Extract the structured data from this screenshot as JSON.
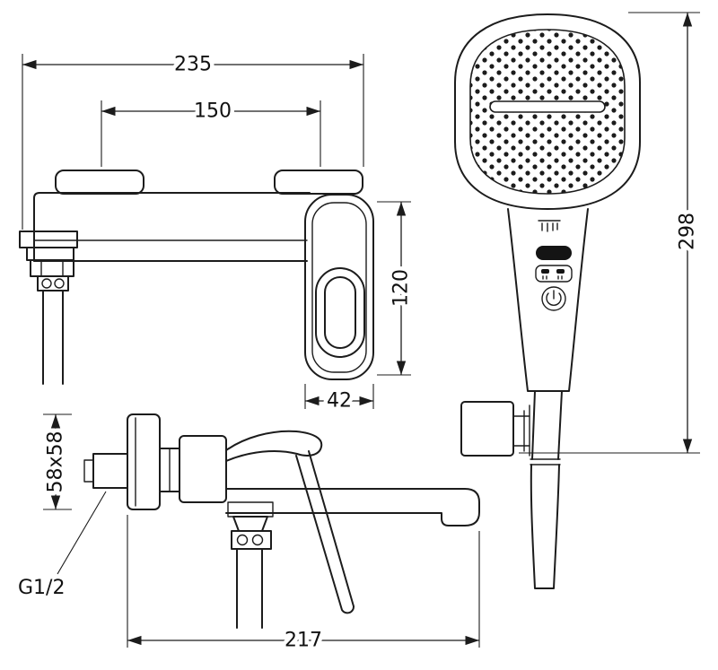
{
  "page": {
    "background": "#ffffff",
    "line_color": "#1c1c1c",
    "description": "technical dimension drawing of wall-mounted bath mixer with hand shower"
  },
  "dimensions": {
    "overall_width_mm": "235",
    "mount_centers_mm": "150",
    "body_height_mm": "120",
    "body_width_mm": "42",
    "hand_shower_length_mm": "298",
    "flange_size_mm": "58x58",
    "connection_thread": "G1/2",
    "spout_projection_mm": "217"
  }
}
